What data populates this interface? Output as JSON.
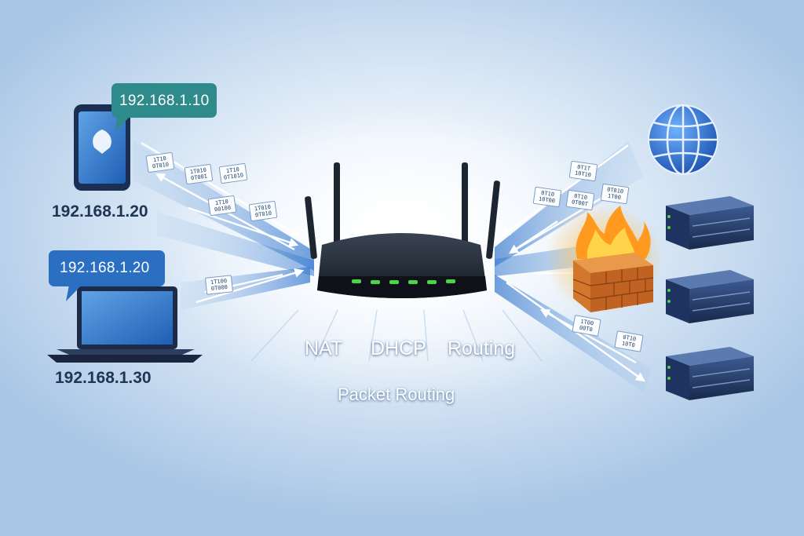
{
  "devices": {
    "phone_bubble_ip": "192.168.1.10",
    "phone_ip": "192.168.1.20",
    "laptop_bubble_ip": "192.168.1.20",
    "laptop_ip": "192.168.1.30"
  },
  "router_functions": [
    "NAT",
    "DHCP",
    "Routing"
  ],
  "caption": "Packet Routing",
  "packets": [
    {
      "l1": "1T10",
      "l2": "0T010"
    },
    {
      "l1": "1T010",
      "l2": "0T00I"
    },
    {
      "l1": "1T10",
      "l2": "0T1010"
    },
    {
      "l1": "1T10",
      "l2": "00100"
    },
    {
      "l1": "1T010",
      "l2": "0T010"
    },
    {
      "l1": "1T100",
      "l2": "0T000"
    },
    {
      "l1": "0T1T",
      "l2": "10T10"
    },
    {
      "l1": "0T10",
      "l2": "10T00"
    },
    {
      "l1": "0T10",
      "l2": "0T00T"
    },
    {
      "l1": "0T010",
      "l2": "1T00"
    },
    {
      "l1": "0T10",
      "l2": "10T0"
    },
    {
      "l1": "1T00",
      "l2": "00T0"
    }
  ],
  "colors": {
    "bubble_teal": "#2f8a8c",
    "bubble_blue": "#2b6fc2",
    "router_led": "#4cd34a",
    "firewall_brick": "#d2782c",
    "globe_blue": "#2f6fd0"
  },
  "icons": [
    "phone-icon",
    "laptop-icon",
    "router-icon",
    "globe-icon",
    "firewall-icon",
    "server-icon"
  ]
}
